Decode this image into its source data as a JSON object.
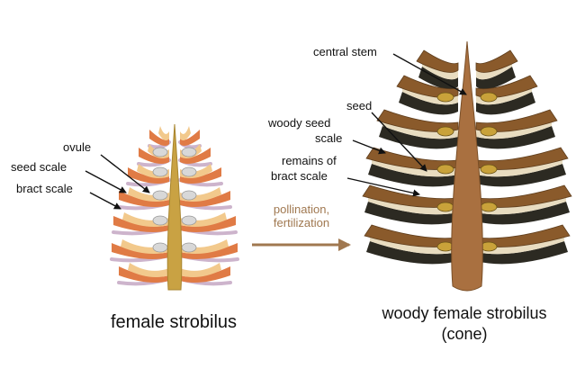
{
  "left": {
    "labels": {
      "ovule": "ovule",
      "seed_scale": "seed scale",
      "bract_scale": "bract scale"
    },
    "caption": "female strobilus"
  },
  "process": {
    "line1": "pollination,",
    "line2": "fertilization",
    "color": "#a07850"
  },
  "right": {
    "labels": {
      "central_stem": "central stem",
      "seed": "seed",
      "woody_seed_scale_1": "woody seed",
      "woody_seed_scale_2": "scale",
      "remains_1": "remains of",
      "remains_2": "bract scale"
    },
    "caption_1": "woody female strobilus",
    "caption_2": "(cone)"
  },
  "colors": {
    "axis": "#c9a243",
    "seed_scale": "#f2c98c",
    "bract_scale": "#e07b45",
    "bract_light": "#cdb4cc",
    "ovule": "#d8d8d8",
    "woody_scale": "#8a5a2b",
    "woody_dark": "#2c2a22",
    "woody_light": "#e8dcc0",
    "seed": "#c9a23a",
    "stem": "#a97040"
  }
}
